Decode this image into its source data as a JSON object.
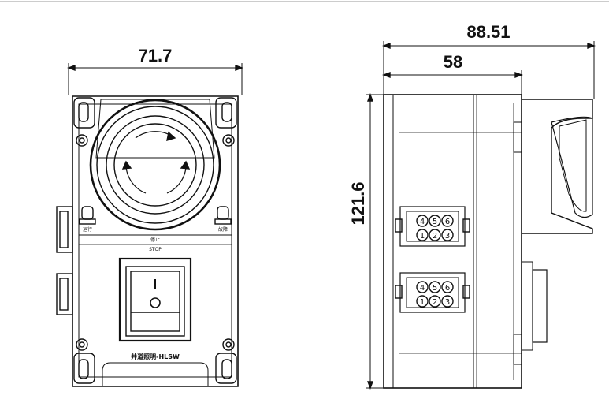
{
  "dimensions": {
    "front_width": "71.7",
    "side_width_total": "88.51",
    "side_width_body": "58",
    "height": "121.6"
  },
  "front_view": {
    "label_small_top": "停止",
    "label_small_sub": "STOP",
    "label_left_indicator": "运行",
    "label_right_indicator": "故障",
    "switch_on_mark": "I",
    "switch_off_mark": "O",
    "model_text": "井道照明-HLSW"
  },
  "side_view": {
    "connector_top_row1": [
      "4",
      "5",
      "6"
    ],
    "connector_top_row2": [
      "1",
      "2",
      "3"
    ],
    "connector_bottom_row1": [
      "4",
      "5",
      "6"
    ],
    "connector_bottom_row2": [
      "1",
      "2",
      "3"
    ]
  }
}
